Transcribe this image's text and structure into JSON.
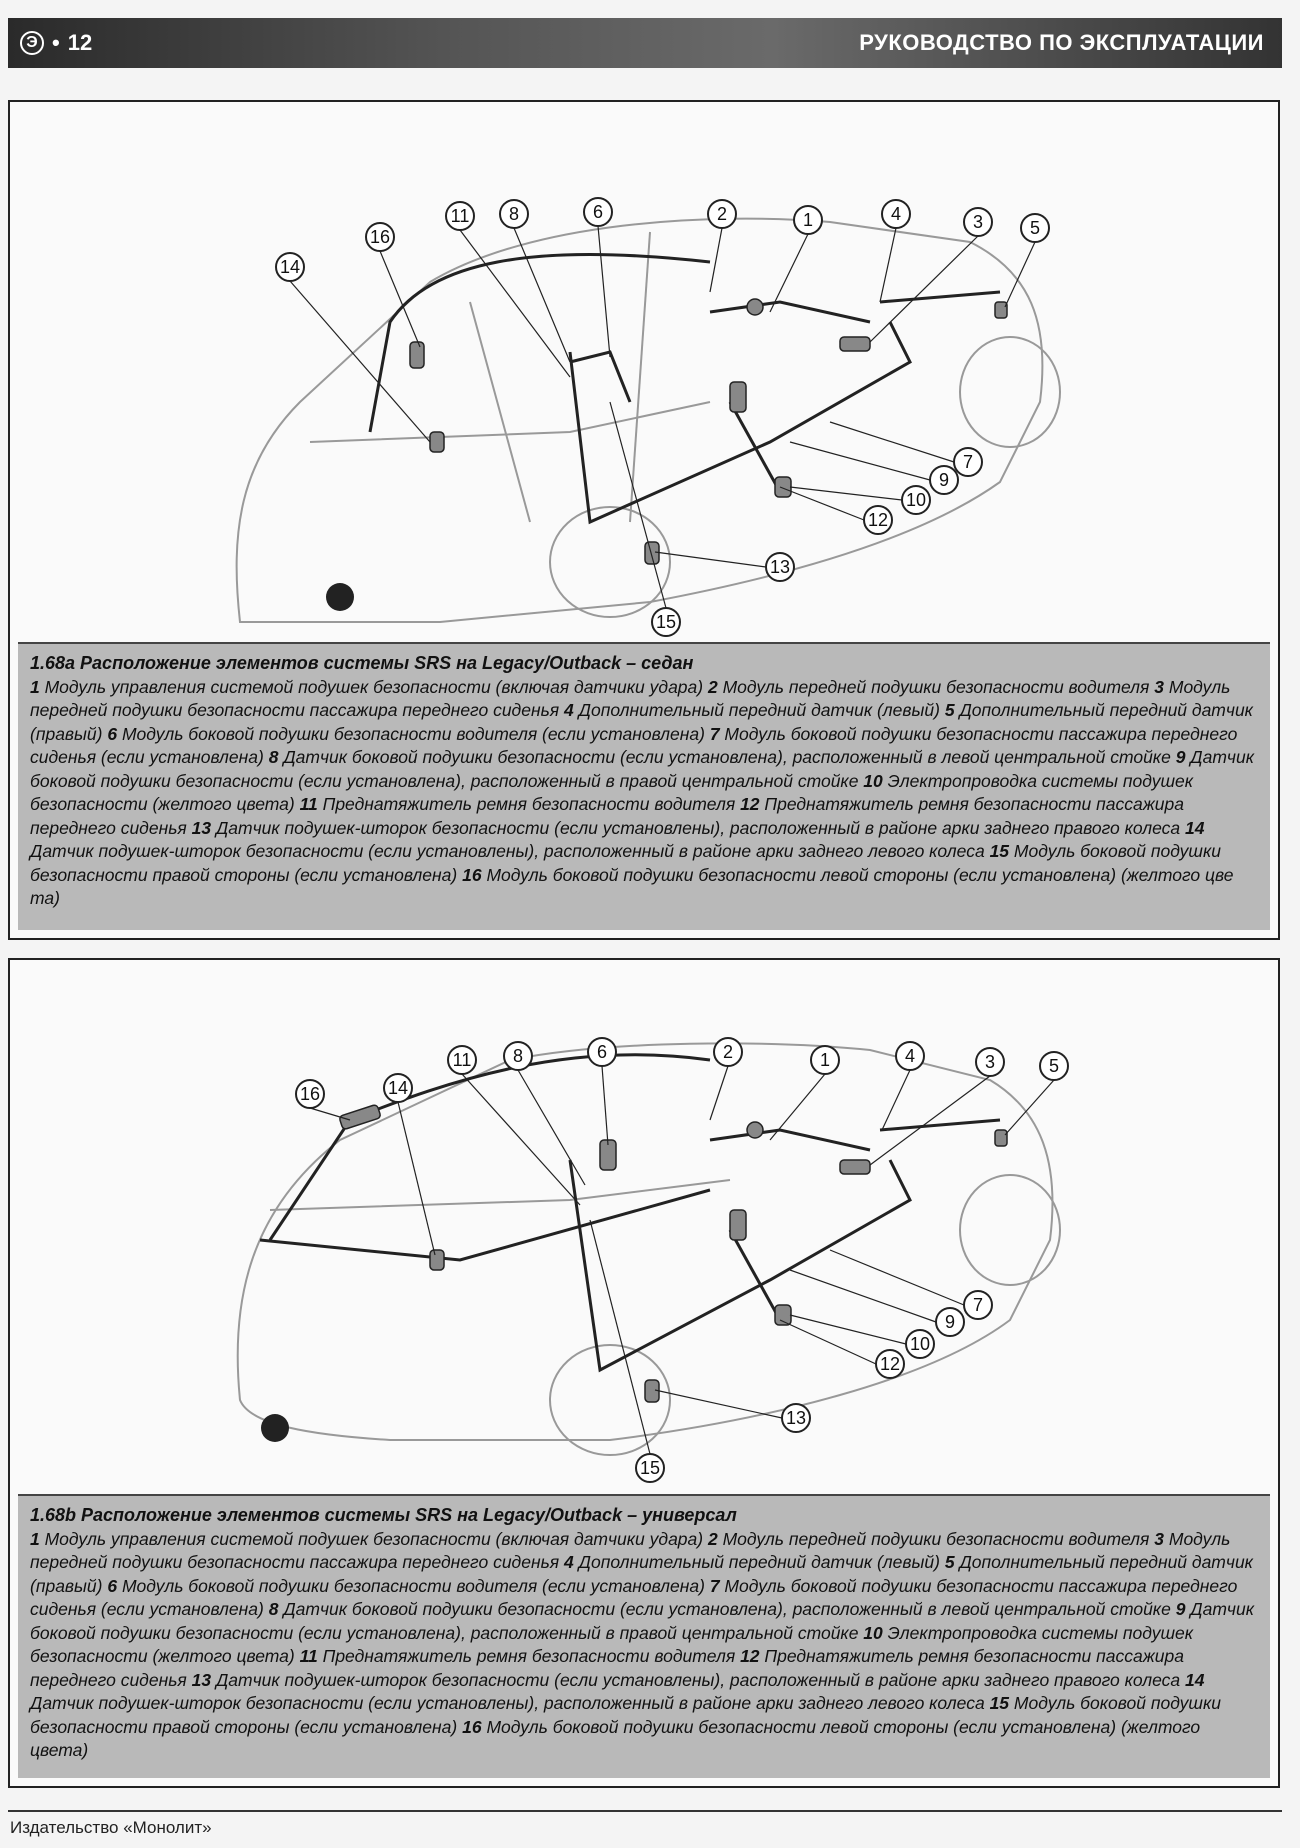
{
  "header": {
    "page_number": "12",
    "logo_letter": "Э",
    "title": "РУКОВОДСТВО ПО ЭКСПЛУАТАЦИИ"
  },
  "figures": [
    {
      "title": "1.68а Расположение элементов системы SRS на Legacy/Outback – седан",
      "callouts": [
        "1",
        "2",
        "3",
        "4",
        "5",
        "6",
        "7",
        "8",
        "9",
        "10",
        "11",
        "12",
        "13",
        "14",
        "15",
        "16"
      ],
      "items": [
        {
          "num": "1",
          "text": "Модуль управления системой подушек безопасности (включая датчики удара)"
        },
        {
          "num": "2",
          "text": "Модуль передней подушки безопасности водителя"
        },
        {
          "num": "3",
          "text": "Модуль передней подушки безопасности пассажира переднего сиденья"
        },
        {
          "num": "4",
          "text": "Дополнительный передний датчик (левый)"
        },
        {
          "num": "5",
          "text": "Дополнительный передний датчик (правый)"
        },
        {
          "num": "6",
          "text": "Модуль боковой подушки безопасности водителя (если установлена)"
        },
        {
          "num": "7",
          "text": "Модуль боковой подушки безопасности пассажира переднего сиденья (если установлена)"
        },
        {
          "num": "8",
          "text": "Датчик боковой подушки безопасности (если установлена), расположенный в левой центральной стойке"
        },
        {
          "num": "9",
          "text": "Датчик боковой подушки безопасности (если установлена), расположенный в правой центральной стойке"
        },
        {
          "num": "10",
          "text": "Электропроводка системы подушек безопасности (желтого цвета)"
        },
        {
          "num": "11",
          "text": "Преднатяжитель ремня безопасности водителя"
        },
        {
          "num": "12",
          "text": "Преднатяжитель ремня безопасности пассажира переднего сиденья"
        },
        {
          "num": "13",
          "text": "Датчик подушек-шторок безопасности (если установлены), расположенный в районе арки заднего правого колеса"
        },
        {
          "num": "14",
          "text": "Датчик подушек-шторок безопасности (если установлены), расположенный в районе арки заднего левого колеса"
        },
        {
          "num": "15",
          "text": "Модуль боковой подушки безопасности правой стороны (если установлена)"
        },
        {
          "num": "16",
          "text": "Модуль боковой подушки безопасности левой стороны (если установлена) (желтого цве та)"
        }
      ]
    },
    {
      "title": "1.68b Расположение элементов системы SRS на Legacy/Outback – универсал",
      "callouts": [
        "1",
        "2",
        "3",
        "4",
        "5",
        "6",
        "7",
        "8",
        "9",
        "10",
        "11",
        "12",
        "13",
        "14",
        "15",
        "16"
      ],
      "items": [
        {
          "num": "1",
          "text": "Модуль управления системой подушек безопасности (включая датчики удара)"
        },
        {
          "num": "2",
          "text": "Модуль передней подушки безопасности водителя"
        },
        {
          "num": "3",
          "text": "Модуль передней подушки безопасности пассажира переднего сиденья"
        },
        {
          "num": "4",
          "text": "Дополнительный передний датчик (левый)"
        },
        {
          "num": "5",
          "text": "Дополнительный передний датчик (правый)"
        },
        {
          "num": "6",
          "text": "Модуль боковой подушки безопасности водителя (если установлена)"
        },
        {
          "num": "7",
          "text": "Модуль боковой подушки безопасности пассажира переднего сиденья (если установлена)"
        },
        {
          "num": "8",
          "text": "Датчик боковой подушки безопасности (если установлена), расположенный в левой центральной стойке"
        },
        {
          "num": "9",
          "text": "Датчик боковой подушки безопасности (если установлена), расположенный в правой центральной стойке"
        },
        {
          "num": "10",
          "text": "Электропроводка системы подушек безопасности (желтого цвета)"
        },
        {
          "num": "11",
          "text": "Преднатяжитель ремня безопасности водителя"
        },
        {
          "num": "12",
          "text": "Преднатяжитель ремня безопасности пассажира переднего сиденья"
        },
        {
          "num": "13",
          "text": "Датчик подушек-шторок безопасности (если установлены), расположенный в районе арки заднего правого колеса"
        },
        {
          "num": "14",
          "text": "Датчик подушек-шторок безопасности (если установлены), расположенный в районе арки заднего левого колеса"
        },
        {
          "num": "15",
          "text": "Модуль боковой подушки безопасности правой стороны (если установлена)"
        },
        {
          "num": "16",
          "text": "Модуль боковой подушки безопасности левой стороны (если установлена) (желтого цвета)"
        }
      ]
    }
  ],
  "footer": {
    "publisher": "Издательство «Монолит»"
  }
}
